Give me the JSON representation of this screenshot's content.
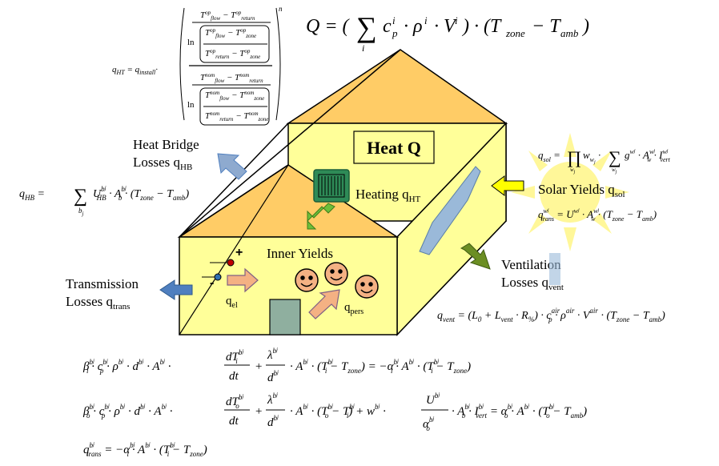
{
  "labels": {
    "heat_q": "Heat Q",
    "heat_bridge_line1": "Heat Bridge",
    "heat_bridge_line2": "Losses q",
    "heat_bridge_sub": "HB",
    "heating": "Heating q",
    "heating_sub": "HT",
    "solar": "Solar Yields q",
    "solar_sub": "sol",
    "inner_yields": "Inner Yields",
    "transmission_line1": "Transmission",
    "transmission_line2": "Losses q",
    "transmission_sub": "trans",
    "ventilation_line1": "Ventilation",
    "ventilation_line2": "Losses q",
    "ventilation_sub": "vent",
    "q_el": "q",
    "q_el_sub": "el",
    "q_pers": "q",
    "q_pers_sub": "pers",
    "plus": "+",
    "minus": "-"
  },
  "formulas": {
    "q_total": "Q = (Σ_i c_p^i · ρ^i · V^i) · (T_zone − T_amb)",
    "q_ht": "q_HT = q_install · [ (T_flow^op − T_return^op) / ln((T_flow^op − T_zone^op)/(T_return^op − T_zone^op)) ] / [ (T_flow^nom − T_return^nom) / ln((T_flow^nom − T_zone^nom)/(T_return^nom − T_zone^nom)) ]^n",
    "q_hb": "q_HB = Σ_bj U_HB^bj · A_b^bj · (T_zone − T_amb)",
    "q_sol": "q_sol = Π_wj w_wj · Σ_wj g^wj · A_w^wj · I_vert^wj",
    "q_trans_w": "q_trans^wj = U^wj · A_w^wj · (T_zone − T_amb)",
    "q_vent": "q_vent = (L_0 + L_vent · R_%) · c_p^air · ρ^air · V^air · (T_zone − T_amb)",
    "eq_inner": "β_i^bj · c_p^bj · ρ^bj · d^bj · A^bj · dT_i^bj/dt + λ^bj/d^bj · A^bj · (T_i^bj − T_zone) = −α_i^bj · A^bj · (T_i^bj − T_zone)",
    "eq_outer": "β_o^bj · c_p^bj · ρ^bj · d^bj · A^bj · dT_o^bj/dt + λ^bj/d^bj · A^bj · (T_o^bj − T_i^bj) + w^bj · U^bj/α_o^bj · A_b^bj · I_vert^bj = α_o^bj · A^bj · (T_o^bj − T_amb)",
    "eq_trans": "q_trans^bj = −α_i^bj · A^bj · (T_i^bj − T_zone)"
  },
  "colors": {
    "wall": "#ffff99",
    "roof": "#ffcc66",
    "arrow_blue": "#4f7fbf",
    "arrow_green": "#6b8e23",
    "arrow_peach": "#f4b183",
    "door": "#8faf9f",
    "sun": "#fff799",
    "heater": "#2e8b57",
    "window": "#9ab9d9"
  },
  "icons": {
    "heater": "radiator-icon",
    "people": "smiley-face-icon",
    "sun": "sun-icon",
    "socket": "electric-contact-icon"
  }
}
